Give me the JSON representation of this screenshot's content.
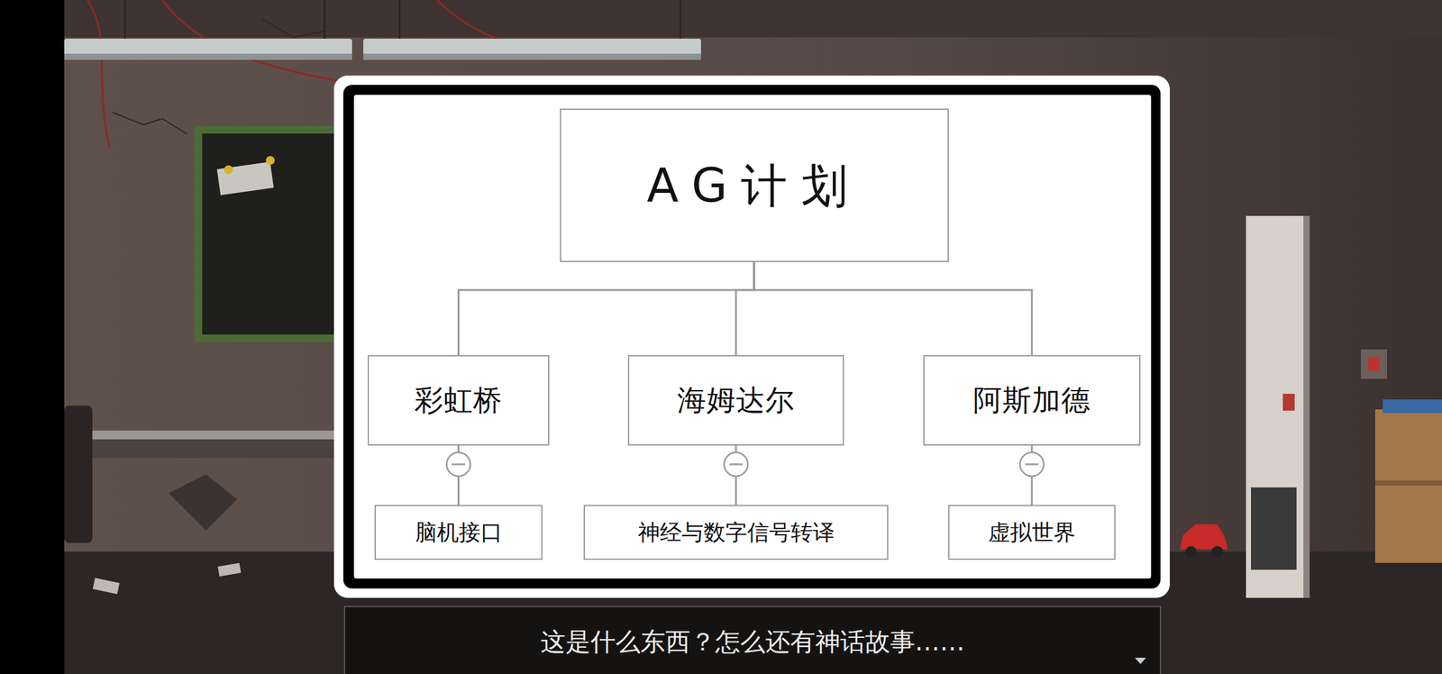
{
  "diagram": {
    "nodes": [
      {
        "text": [
          "AG计划"
        ]
      },
      {
        "text": [
          "彩虹桥"
        ]
      },
      {
        "text": [
          "海姆达尔"
        ]
      },
      {
        "text": [
          "阿斯加德"
        ]
      },
      {
        "text": [
          "脑机接口"
        ]
      },
      {
        "text": [
          "神经与数字信号转译"
        ]
      },
      {
        "text": [
          "虚拟世界"
        ]
      }
    ],
    "edges": [
      {
        "from": 0,
        "to": 1,
        "arrow": "none"
      },
      {
        "from": 0,
        "to": 2,
        "arrow": "none"
      },
      {
        "from": 0,
        "to": 3,
        "arrow": "none"
      },
      {
        "from": 1,
        "to": 4,
        "arrow": "none"
      },
      {
        "from": 2,
        "to": 5,
        "arrow": "none"
      },
      {
        "from": 3,
        "to": 6,
        "arrow": "none"
      }
    ],
    "labels": [
      "这是什么东西？怎么还有神话故事……"
    ]
  }
}
